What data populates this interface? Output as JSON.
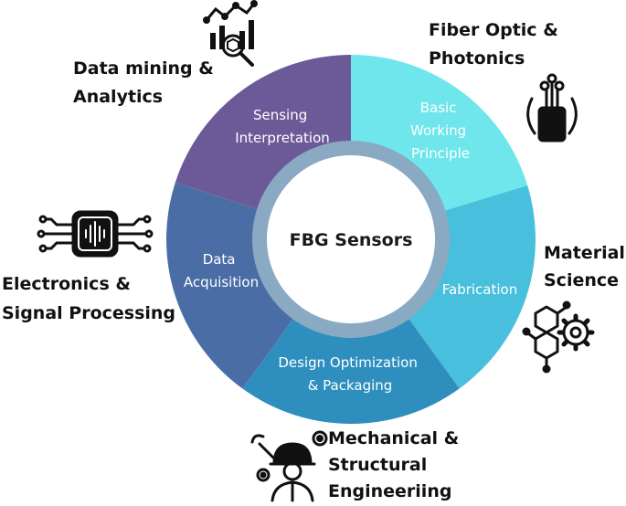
{
  "center": {
    "label": "FBG Sensors"
  },
  "colors": {
    "segments": [
      "#6ee6ec",
      "#48bfdc",
      "#2e8fbf",
      "#4b6da6",
      "#6c5a98"
    ],
    "ring": "#8aa9c3",
    "icon": "#111111"
  },
  "segments": [
    {
      "lines": [
        "Basic",
        "Working",
        "Principle"
      ]
    },
    {
      "lines": [
        "Fabrication"
      ]
    },
    {
      "lines": [
        "Design Optimization",
        "& Packaging"
      ]
    },
    {
      "lines": [
        "Data",
        "Acquisition"
      ]
    },
    {
      "lines": [
        "Sensing",
        "Interpretation"
      ]
    }
  ],
  "fields": [
    {
      "lines": [
        "Fiber Optic &",
        "Photonics"
      ],
      "icon": "fiber-optic-icon"
    },
    {
      "lines": [
        "Material",
        "Science"
      ],
      "icon": "molecule-gear-icon"
    },
    {
      "lines": [
        "Mechanical &",
        "Structural",
        "Engineeriing"
      ],
      "icon": "engineer-tools-icon"
    },
    {
      "lines": [
        "Electronics &",
        "Signal Processing"
      ],
      "icon": "chip-signal-icon"
    },
    {
      "lines": [
        "Data mining &",
        "Analytics"
      ],
      "icon": "analytics-icon"
    }
  ]
}
